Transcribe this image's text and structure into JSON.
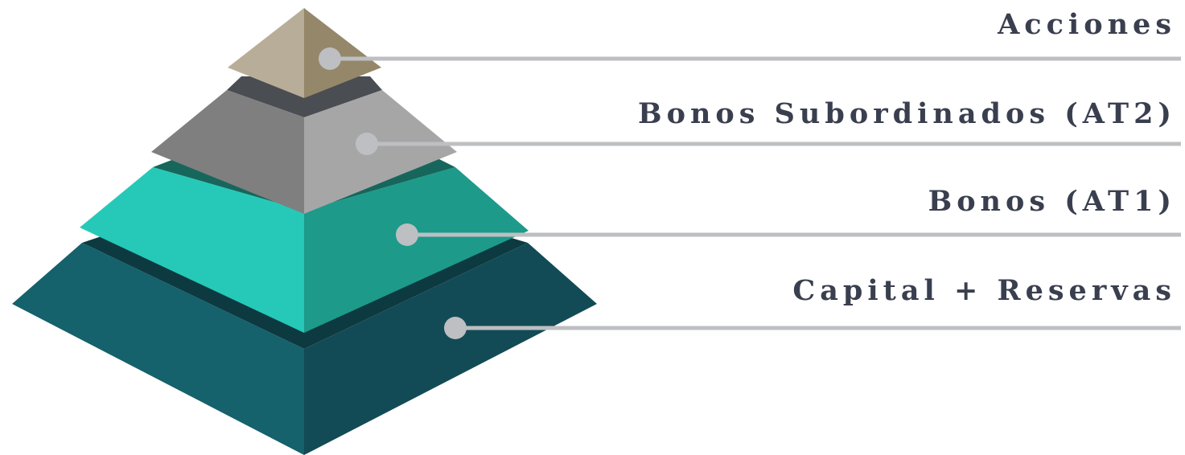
{
  "diagram": {
    "layers": [
      {
        "label": "Acciones",
        "colors": {
          "left": "#B8AD98",
          "right": "#958769",
          "band": "#B8AD98"
        }
      },
      {
        "label": "Bonos Subordinados (AT2)",
        "colors": {
          "left": "#7F7F7F",
          "right": "#A6A6A6",
          "band": "#4A4D51"
        }
      },
      {
        "label": "Bonos (AT1)",
        "colors": {
          "left": "#26C9B7",
          "right": "#1D9A8A",
          "band": "#17665C"
        }
      },
      {
        "label": "Capital + Reservas",
        "colors": {
          "left": "#15616C",
          "right": "#124B55",
          "band": "#0D3A41"
        }
      }
    ],
    "connector_color": "#BDBFC2",
    "label_color": "#3A3F4F"
  }
}
